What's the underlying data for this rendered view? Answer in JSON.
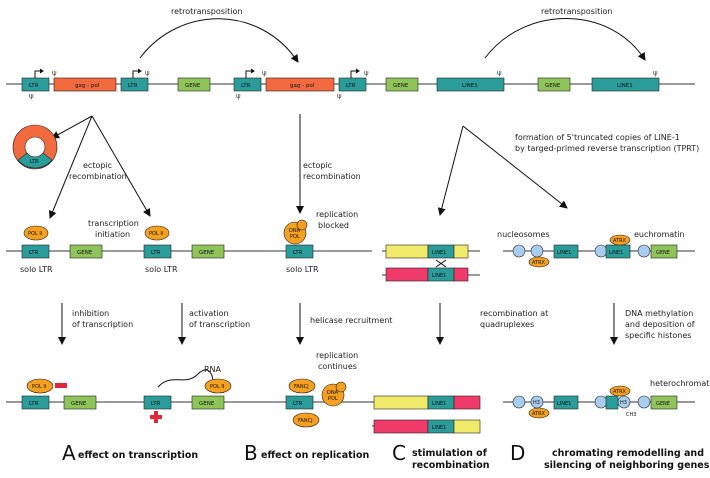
{
  "labels": {
    "retrotransposition": "retrotransposition",
    "ltr": "LTR",
    "gagpol": "gag - pol",
    "gene": "GENE",
    "line1": "LINE1",
    "ectopic": "ectopic",
    "recombination": "recombination",
    "transcription": "transcription",
    "initiation": "initiation",
    "pol2": "POL II",
    "solo_ltr": "solo LTR",
    "replication": "replication",
    "blocked": "blocked",
    "dna": "DNA",
    "pol": "POL",
    "tprt_1": "formation of 5'truncated copies of LINE-1",
    "tprt_2": "by targed-primed reverse transcription (TPRT)",
    "nucleosomes": "nucleosomes",
    "euchromatin": "euchromatin",
    "atrx": "ATRX",
    "inhibition": "inhibition",
    "activation": "activation",
    "of_transcription": "of transcription",
    "helicase": "helicase recruitment",
    "recomb_at": "recombination at",
    "quadruplexes": "quadruplexes",
    "dna_methylation": "DNA methylation",
    "and_deposition": "and deposition of",
    "specific_histones": "specific histones",
    "rna": "RNA",
    "continues": "continues",
    "fancj": "FANCJ",
    "heterochromatin": "heterochromatin",
    "h3": "H3",
    "ch3": "CH3",
    "letter_a": "A",
    "letter_b": "B",
    "letter_c": "C",
    "letter_d": "D",
    "cap_a": "effect on transcription",
    "cap_b": "effect on replication",
    "cap_c1": "stimulation of",
    "cap_c2": "recombination",
    "cap_d1": "chromating remodelling and",
    "cap_d2": "silencing of neighboring genes"
  },
  "colors": {
    "ltr": "#2a9d9a",
    "gagpol": "#f26a3d",
    "gene": "#8ec45a",
    "line1": "#2a9d9a",
    "pol": "#f5a020",
    "yellow": "#f0ea6a",
    "pink": "#ee3b6a",
    "nucleosome": "#a9cdef",
    "red_block": "#e2263a"
  }
}
